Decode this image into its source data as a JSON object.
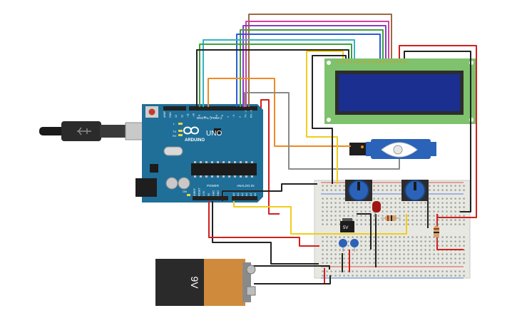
{
  "arduino": {
    "brand": "ARDUINO",
    "model": "UNO",
    "digital_label": "DIGITAL (PWM~)",
    "power_label": "POWER",
    "analog_label": "ANALOG IN",
    "tx_label": "TX",
    "rx_label": "RX",
    "l_label": "L",
    "on_label": "ON",
    "digital_pins": [
      "AREF",
      "GND",
      "13",
      "12",
      "~11",
      "~10",
      "~9",
      "8",
      "7",
      "~6",
      "~5",
      "4",
      "~3",
      "2",
      "TX→1",
      "RX←0"
    ],
    "power_pins": [
      "IOREF",
      "RESET",
      "3.3V",
      "5V",
      "GND",
      "GND",
      "Vin"
    ],
    "analog_pins": [
      "A0",
      "A1",
      "A2",
      "A3",
      "A4",
      "A5"
    ]
  },
  "battery": {
    "label": "9V"
  },
  "regulator": {
    "label": "5V"
  },
  "colors": {
    "board": "#1f6f99",
    "board_dark": "#15557a",
    "lcd_pcb": "#7ec26e",
    "lcd_screen": "#1a2f8f",
    "breadboard": "#e8e8e2",
    "servo": "#2a63b8",
    "battery_body": "#d08a3c",
    "battery_black": "#2a2a2a",
    "wire_red": "#d0201e",
    "wire_black": "#222222",
    "wire_yellow": "#f1cd1b",
    "wire_orange": "#ef8a22",
    "wire_grey": "#8a8a8a",
    "wire_brown": "#9b6b3e",
    "wire_pink": "#d43fa0",
    "wire_purple": "#8a3dc8",
    "wire_green": "#3da23d",
    "wire_cyan": "#33b3c7",
    "wire_blue": "#2b5bd8",
    "wire_teal": "#1f8a8a"
  },
  "icons": [
    "usb-plug-icon",
    "infinity-logo-icon",
    "reset-button-icon"
  ]
}
